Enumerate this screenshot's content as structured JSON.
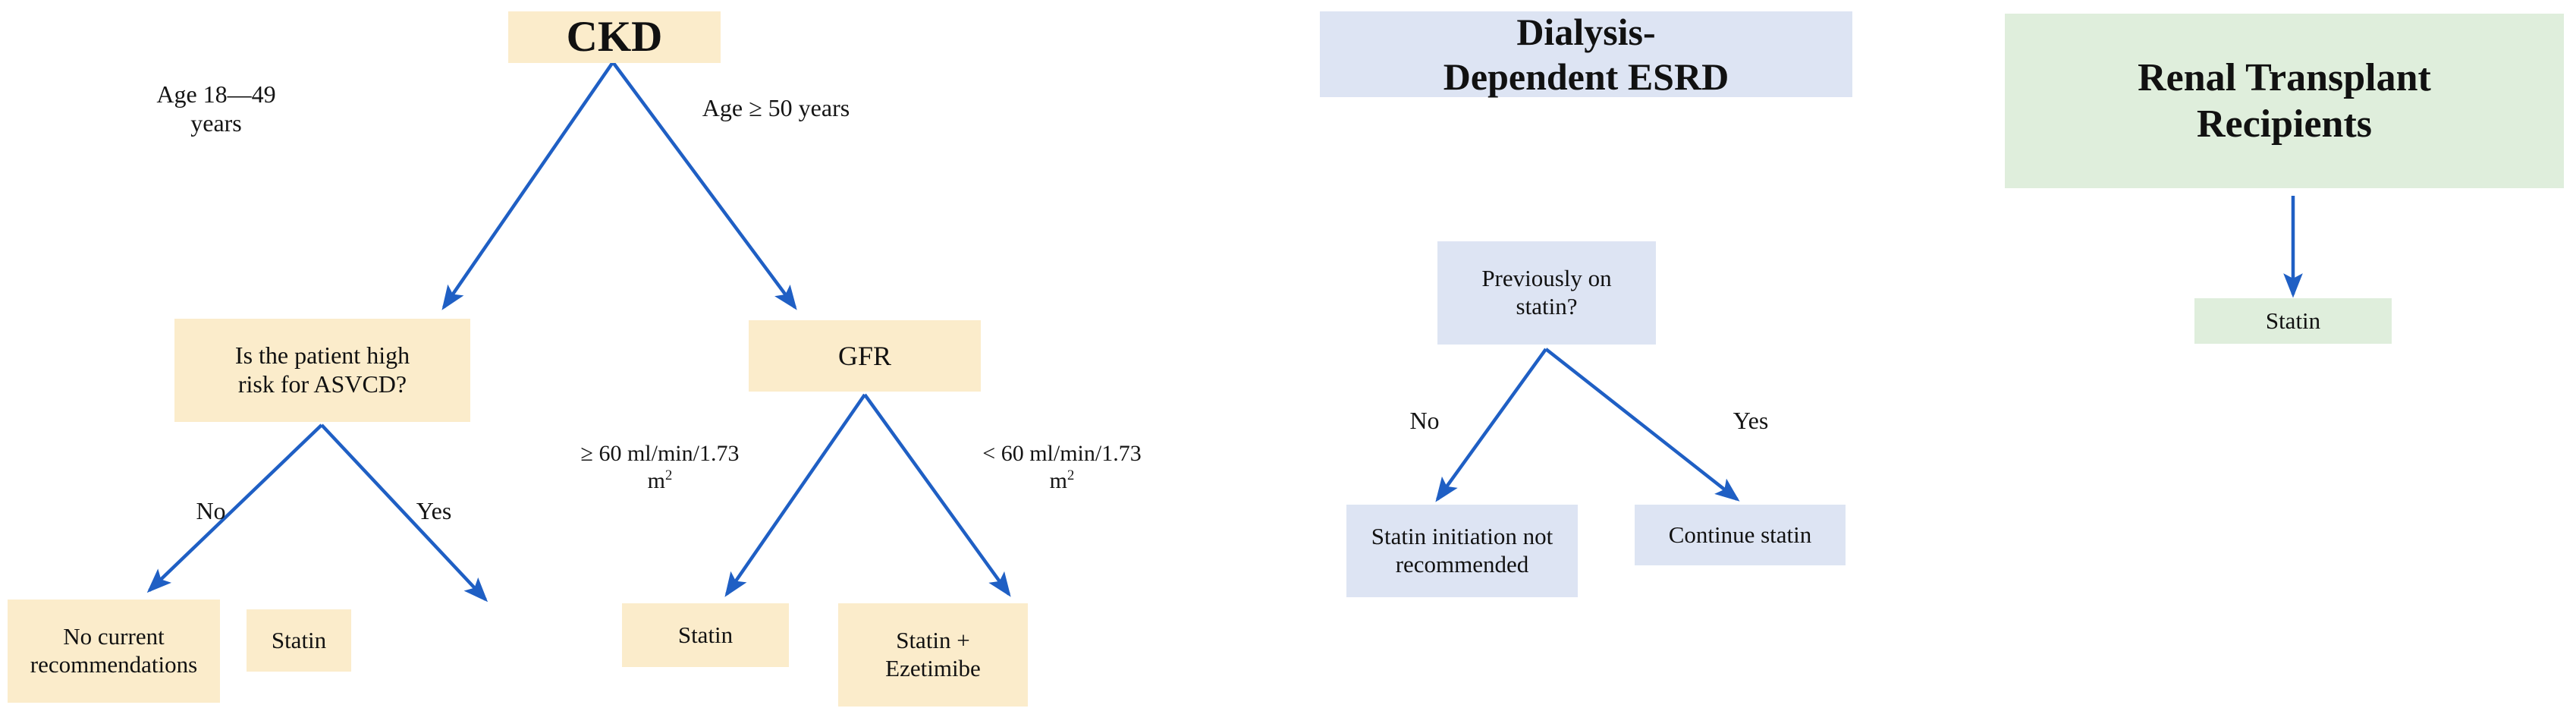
{
  "figure": {
    "kind": "clinical-decision-flowchart",
    "columns": [
      {
        "id": "ckd",
        "accent_color": "#fbeccb",
        "title": "CKD",
        "nodes": [
          "CKD",
          "Is the patient high\nrisk for ASVCD?",
          "GFR",
          "No current\nrecommendations",
          "Statin",
          "Statin",
          "Statin +\nEzetimibe"
        ],
        "edge_labels": [
          "Age 18—49\nyears",
          "Age ≥ 50 years",
          "No",
          "Yes",
          "≥ 60 ml/min/1.73\nm2",
          "< 60 ml/min/1.73\nm2"
        ]
      },
      {
        "id": "dialysis",
        "accent_color": "#dde4f3",
        "title": "Dialysis-\nDependent ESRD",
        "nodes": [
          "Dialysis-\nDependent ESRD",
          "Previously on\nstatin?",
          "Statin initiation not\nrecommended",
          "Continue statin"
        ],
        "edge_labels": [
          "No",
          "Yes"
        ]
      },
      {
        "id": "transplant",
        "accent_color": "#dfeedc",
        "title": "Renal Transplant\nRecipients",
        "nodes": [
          "Renal Transplant\nRecipients",
          "Statin"
        ],
        "edge_labels": []
      }
    ],
    "arrow_color": "#1f5fc4"
  },
  "ckd": {
    "root": {
      "label": "CKD"
    },
    "branch_left_label": "Age 18—49\nyears",
    "branch_right_label": "Age ≥ 50 years",
    "asvcd": {
      "label": "Is the patient high\nrisk for ASVCD?"
    },
    "gfr": {
      "label": "GFR"
    },
    "asvcd_no_label": "No",
    "asvcd_yes_label": "Yes",
    "gfr_high_label": "≥ 60 ml/min/1.73\nm2",
    "gfr_low_label": "< 60 ml/min/1.73\nm2",
    "outcome_no_rec": {
      "label": "No current\nrecommendations"
    },
    "outcome_statin_yes": {
      "label": "Statin"
    },
    "outcome_statin_gfr_high": {
      "label": "Statin"
    },
    "outcome_statin_ezetimibe": {
      "label": "Statin +\nEzetimibe"
    }
  },
  "dialysis": {
    "root": {
      "label": "Dialysis-\nDependent ESRD"
    },
    "question": {
      "label": "Previously on\nstatin?"
    },
    "no_label": "No",
    "yes_label": "Yes",
    "outcome_no": {
      "label": "Statin initiation not\nrecommended"
    },
    "outcome_yes": {
      "label": "Continue statin"
    }
  },
  "transplant": {
    "root": {
      "label": "Renal Transplant\nRecipients"
    },
    "outcome": {
      "label": "Statin"
    }
  }
}
